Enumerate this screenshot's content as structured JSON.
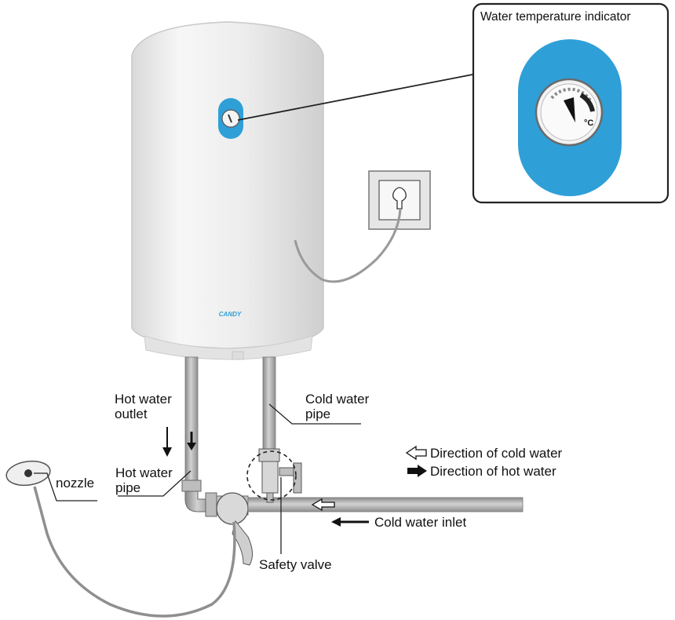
{
  "callout": {
    "title": "Water temperature indicator",
    "unit": "°C"
  },
  "heater": {
    "brand": "CANDY"
  },
  "labels": {
    "hot_water_outlet": "Hot water\noutlet",
    "cold_water_pipe": "Cold water\npipe",
    "hot_water_pipe": "Hot water\npipe",
    "nozzle": "nozzle",
    "safety_valve": "Safety valve",
    "cold_water_inlet": "Cold water inlet"
  },
  "legend": {
    "cold_direction": "Direction of cold water",
    "hot_direction": "Direction of hot water"
  },
  "colors": {
    "accent_blue": "#2f9fd8",
    "body": "#ececec",
    "pipe": "#a9a9a9"
  }
}
